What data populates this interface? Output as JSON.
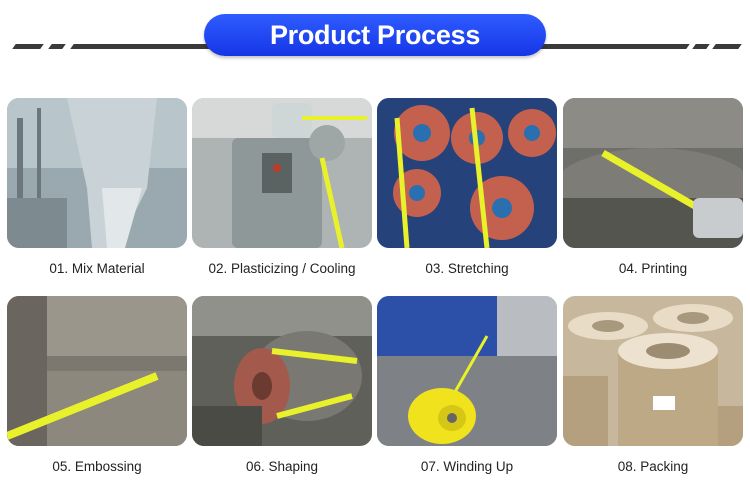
{
  "header": {
    "title": "Product Process"
  },
  "steps": [
    {
      "label": "01. Mix Material"
    },
    {
      "label": "02. Plasticizing / Cooling"
    },
    {
      "label": "03. Stretching"
    },
    {
      "label": "04. Printing"
    },
    {
      "label": "05. Embossing"
    },
    {
      "label": "06. Shaping"
    },
    {
      "label": "07. Winding Up"
    },
    {
      "label": "08. Packing"
    }
  ],
  "colors": {
    "accent": "#1f44f0",
    "strap": "#e8f12a"
  }
}
